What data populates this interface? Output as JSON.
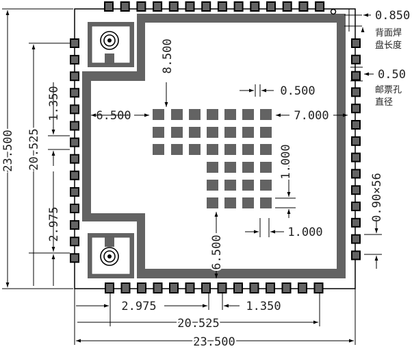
{
  "dimensions": {
    "width_overall": "23.500",
    "pad_span_bottom": "20.525",
    "pad_offset_bottom": "2.975",
    "pad_pitch_bottom": "1.350",
    "height_overall": "23.500",
    "pad_span_left": "20.525",
    "pad_pitch_left": "1.350",
    "pad_offset_left": "2.975",
    "inner_left": "6.500",
    "inner_right": "7.000",
    "inner_top": "8.500",
    "inner_bottom": "6.500",
    "grid_gap": "0.500",
    "grid_pitch_vertical": "1.000",
    "grid_pitch_horizontal": "1.000",
    "pad_size_right": "0.90×56"
  },
  "notes": {
    "pad_length_value": "0.850",
    "pad_length_label_line1": "背面焊",
    "pad_length_label_line2": "盘长度",
    "hole_diameter_value": "0.50",
    "hole_diameter_label_line1": "邮票孔",
    "hole_diameter_label_line2": "直径"
  },
  "colors": {
    "pad": "#636363",
    "line": "#000000",
    "background": "#ffffff"
  }
}
